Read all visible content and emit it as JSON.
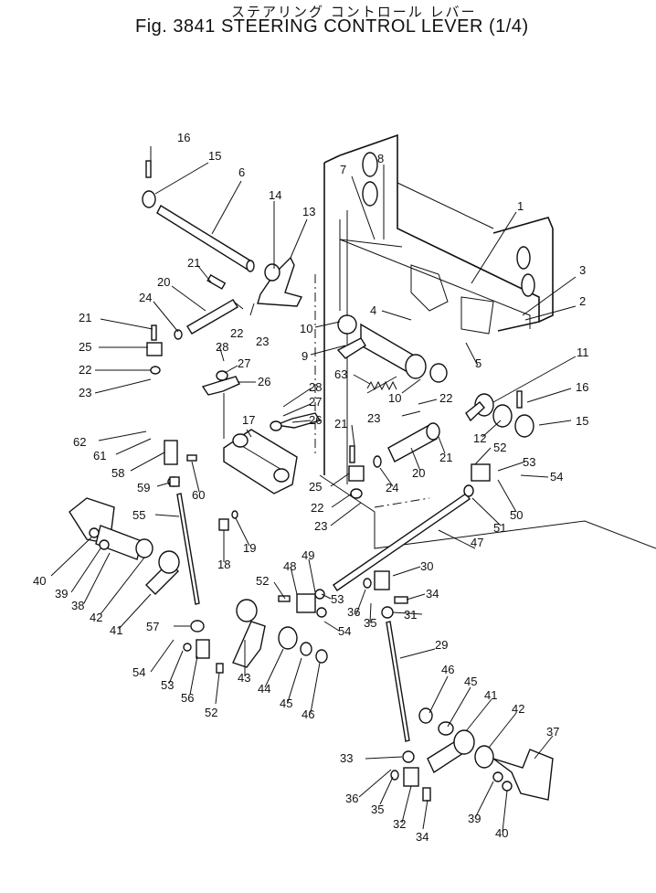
{
  "header": {
    "title_jp": "ステアリング コントロール レバー",
    "title_en": "Fig. 3841  STEERING  CONTROL  LEVER (1/4)"
  },
  "callouts": [
    {
      "n": "16"
    },
    {
      "n": "15"
    },
    {
      "n": "6"
    },
    {
      "n": "7"
    },
    {
      "n": "8"
    },
    {
      "n": "1"
    },
    {
      "n": "14"
    },
    {
      "n": "13"
    },
    {
      "n": "21"
    },
    {
      "n": "20"
    },
    {
      "n": "24"
    },
    {
      "n": "22"
    },
    {
      "n": "23"
    },
    {
      "n": "3"
    },
    {
      "n": "2"
    },
    {
      "n": "4"
    },
    {
      "n": "10"
    },
    {
      "n": "9"
    },
    {
      "n": "21"
    },
    {
      "n": "25"
    },
    {
      "n": "22"
    },
    {
      "n": "23"
    },
    {
      "n": "28"
    },
    {
      "n": "27"
    },
    {
      "n": "26"
    },
    {
      "n": "63"
    },
    {
      "n": "10"
    },
    {
      "n": "5"
    },
    {
      "n": "11"
    },
    {
      "n": "16"
    },
    {
      "n": "15"
    },
    {
      "n": "22"
    },
    {
      "n": "23"
    },
    {
      "n": "28"
    },
    {
      "n": "27"
    },
    {
      "n": "26"
    },
    {
      "n": "17"
    },
    {
      "n": "12"
    },
    {
      "n": "62"
    },
    {
      "n": "61"
    },
    {
      "n": "21"
    },
    {
      "n": "21"
    },
    {
      "n": "52"
    },
    {
      "n": "58"
    },
    {
      "n": "60"
    },
    {
      "n": "59"
    },
    {
      "n": "25"
    },
    {
      "n": "24"
    },
    {
      "n": "20"
    },
    {
      "n": "53"
    },
    {
      "n": "54"
    },
    {
      "n": "22"
    },
    {
      "n": "23"
    },
    {
      "n": "50"
    },
    {
      "n": "55"
    },
    {
      "n": "51"
    },
    {
      "n": "18"
    },
    {
      "n": "19"
    },
    {
      "n": "47"
    },
    {
      "n": "40"
    },
    {
      "n": "39"
    },
    {
      "n": "38"
    },
    {
      "n": "42"
    },
    {
      "n": "41"
    },
    {
      "n": "49"
    },
    {
      "n": "30"
    },
    {
      "n": "52"
    },
    {
      "n": "48"
    },
    {
      "n": "53"
    },
    {
      "n": "34"
    },
    {
      "n": "36"
    },
    {
      "n": "57"
    },
    {
      "n": "54"
    },
    {
      "n": "35"
    },
    {
      "n": "31"
    },
    {
      "n": "29"
    },
    {
      "n": "54"
    },
    {
      "n": "53"
    },
    {
      "n": "56"
    },
    {
      "n": "52"
    },
    {
      "n": "43"
    },
    {
      "n": "44"
    },
    {
      "n": "45"
    },
    {
      "n": "46"
    },
    {
      "n": "46"
    },
    {
      "n": "45"
    },
    {
      "n": "41"
    },
    {
      "n": "42"
    },
    {
      "n": "37"
    },
    {
      "n": "33"
    },
    {
      "n": "36"
    },
    {
      "n": "35"
    },
    {
      "n": "32"
    },
    {
      "n": "34"
    },
    {
      "n": "39"
    },
    {
      "n": "40"
    }
  ]
}
